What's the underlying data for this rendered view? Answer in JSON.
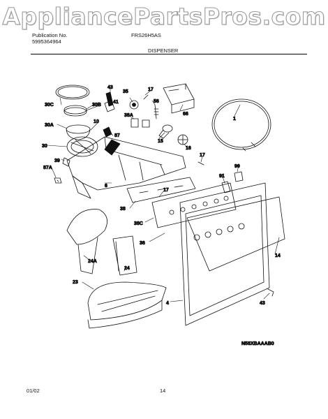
{
  "watermark": "AppliancePartsPros.com",
  "header": {
    "publication_label": "Publication No.",
    "publication_number": "5995364964",
    "model": "FRS26H5AS",
    "section": "DISPENSER"
  },
  "diagram": {
    "drawing_code": "N58XBAAAB0",
    "callouts": [
      "43",
      "35",
      "17",
      "30C",
      "41",
      "56",
      "30B",
      "66",
      "30A",
      "38A",
      "10",
      "87",
      "1",
      "30",
      "15",
      "16",
      "17",
      "39",
      "87A",
      "6",
      "90",
      "91",
      "17",
      "38",
      "38C",
      "36",
      "14",
      "24A",
      "24",
      "23",
      "4",
      "43"
    ]
  },
  "footer": {
    "date": "01/02",
    "page": "14"
  }
}
